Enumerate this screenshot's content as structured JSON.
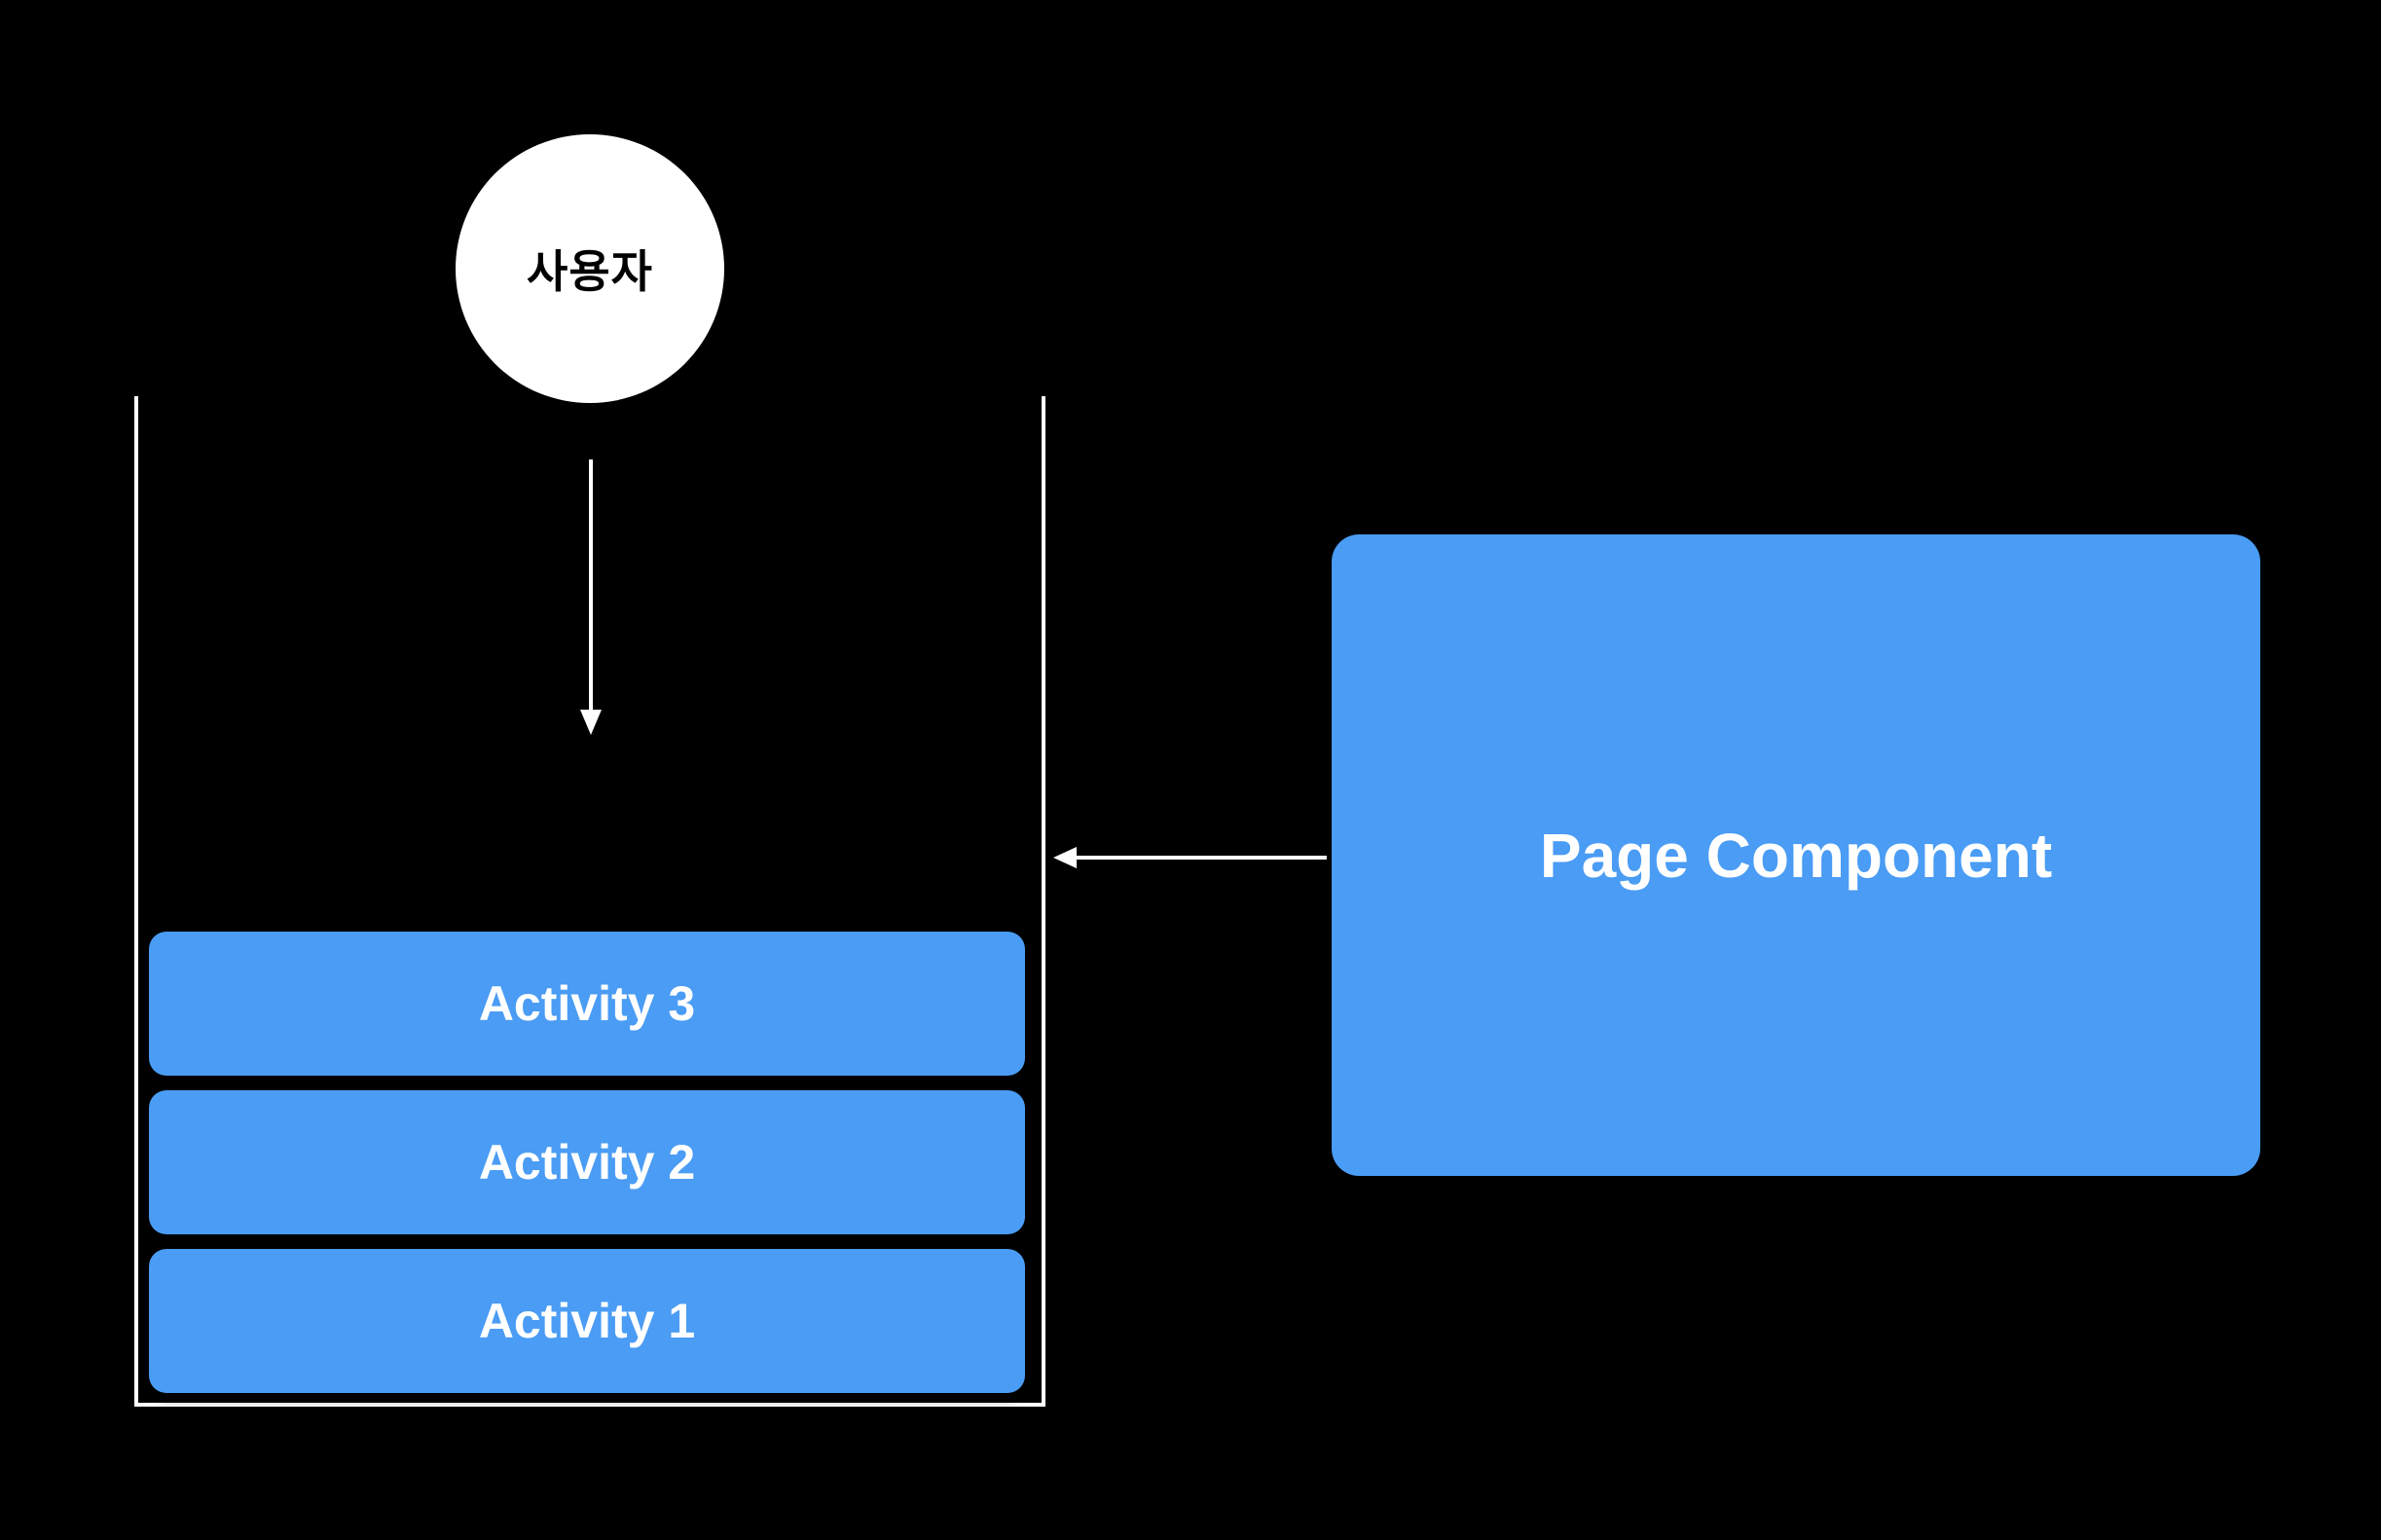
{
  "colors": {
    "background": "#000000",
    "box_blue": "#4A9CF4",
    "box_text": "#FFFFFF",
    "circle_fill": "#FFFFFF",
    "circle_text": "#000000",
    "line_white": "#FFFFFF"
  },
  "diagram": {
    "user_circle": {
      "label": "사용자"
    },
    "stack_container": {
      "activities": [
        {
          "label": "Activity 3"
        },
        {
          "label": "Activity 2"
        },
        {
          "label": "Activity 1"
        }
      ]
    },
    "page_component": {
      "label": "Page Component"
    },
    "arrows": {
      "user_to_stack": {
        "direction": "down"
      },
      "page_component_to_stack": {
        "direction": "left"
      }
    }
  }
}
